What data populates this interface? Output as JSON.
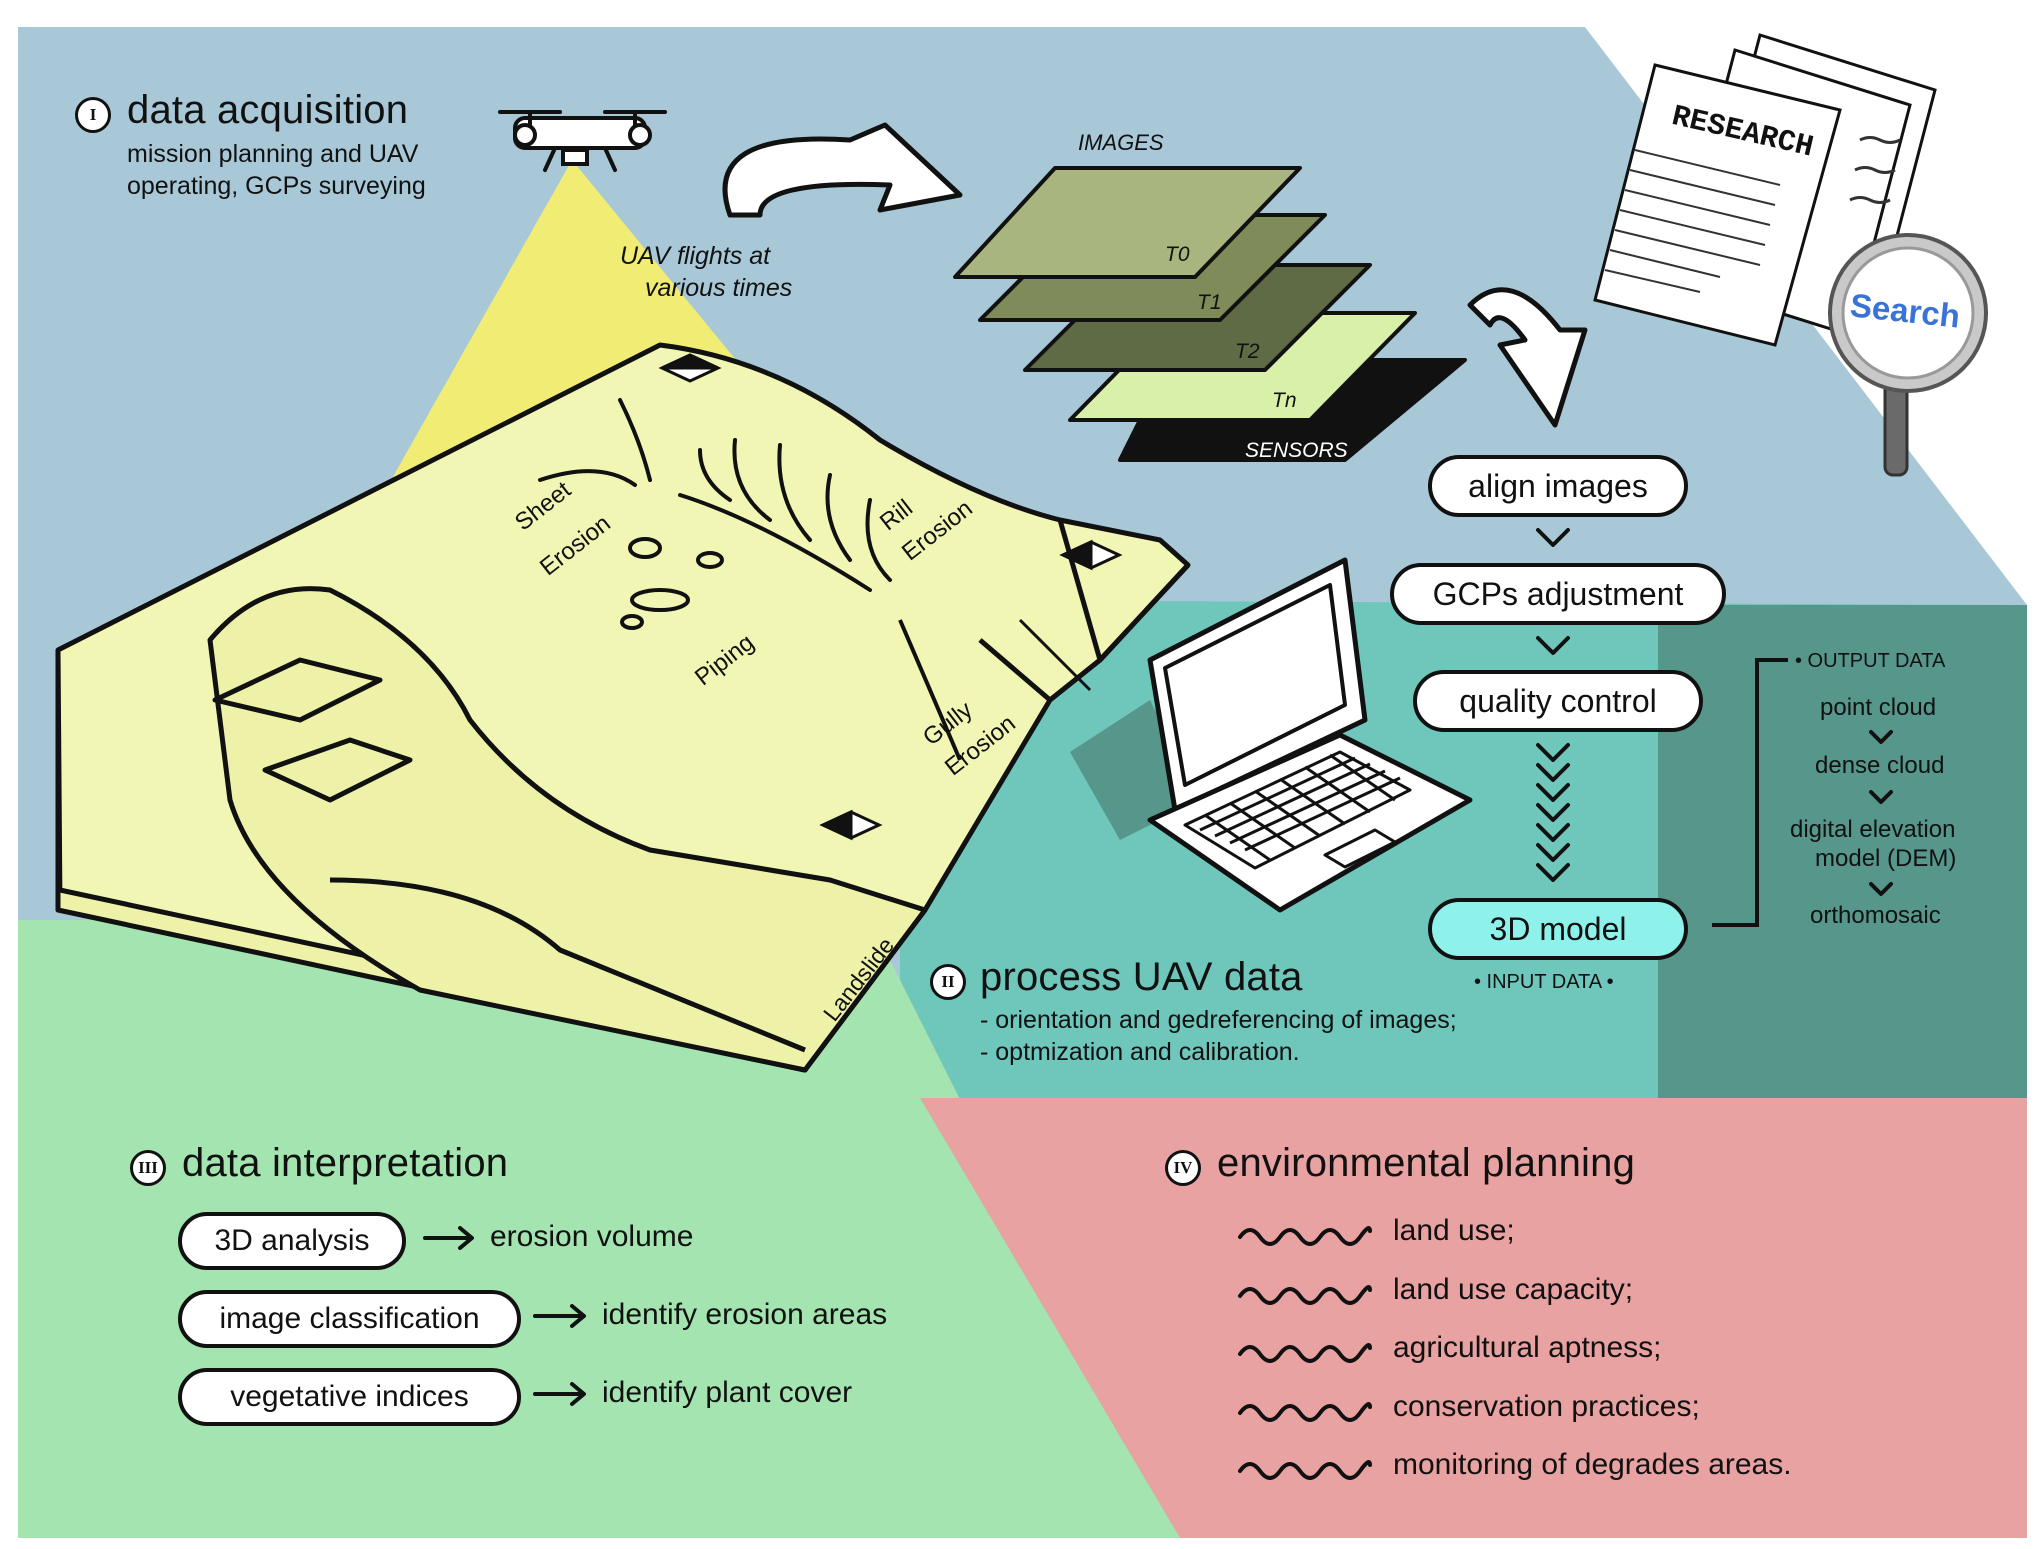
{
  "section1": {
    "number": "I",
    "title": "data acquisition",
    "subtitle_lines": [
      "mission planning and UAV",
      "operating, GCPs surveying"
    ]
  },
  "uav_caption_lines": [
    "UAV flights at",
    "various times"
  ],
  "image_stack": {
    "header": "IMAGES",
    "layers": [
      "T0",
      "T1",
      "T2",
      "Tn"
    ],
    "footer": "SENSORS",
    "colors": [
      "#a9b57f",
      "#7f8c5a",
      "#5f6b44",
      "#d8f0a8",
      "#111111"
    ]
  },
  "research_doc": {
    "title": "RESEARCH",
    "search_label": "Search"
  },
  "landscape_labels": {
    "sheet": [
      "Sheet",
      "Erosion"
    ],
    "rill": [
      "Rill",
      "Erosion"
    ],
    "piping": "Piping",
    "gully": [
      "Gully",
      "Erosion"
    ],
    "landslide": "Landslide"
  },
  "workflow": {
    "steps": [
      "align images",
      "GCPs adjustment",
      "quality control",
      "3D model"
    ],
    "input_label": "• INPUT DATA •",
    "output_header": "• OUTPUT DATA",
    "outputs": [
      "point cloud",
      "dense cloud",
      "digital elevation model (DEM)",
      "orthomosaic"
    ],
    "output_dem_lines": [
      "digital elevation",
      "model (DEM)"
    ]
  },
  "section2": {
    "number": "II",
    "title": "process UAV data",
    "bullets": [
      "- orientation and gedreferencing of images;",
      "- optmization and calibration."
    ]
  },
  "section3": {
    "number": "III",
    "title": "data interpretation",
    "rows": [
      {
        "method": "3D analysis",
        "result": "erosion volume"
      },
      {
        "method": "image classification",
        "result": "identify erosion areas"
      },
      {
        "method": "vegetative indices",
        "result": "identify plant cover"
      }
    ]
  },
  "section4": {
    "number": "IV",
    "title": "environmental planning",
    "items": [
      "land use;",
      "land use capacity;",
      "agricultural aptness;",
      "conservation practices;",
      "monitoring of degrades areas."
    ]
  },
  "colors": {
    "sky": "#a8c8d8",
    "teal": "#6fc6bb",
    "teal_dark": "#56968b",
    "green": "#a3e4b1",
    "pink": "#e8a2a2",
    "land": "#f2f6b4",
    "beam": "#f4ee6e",
    "model_pill": "#8ff2ea"
  }
}
